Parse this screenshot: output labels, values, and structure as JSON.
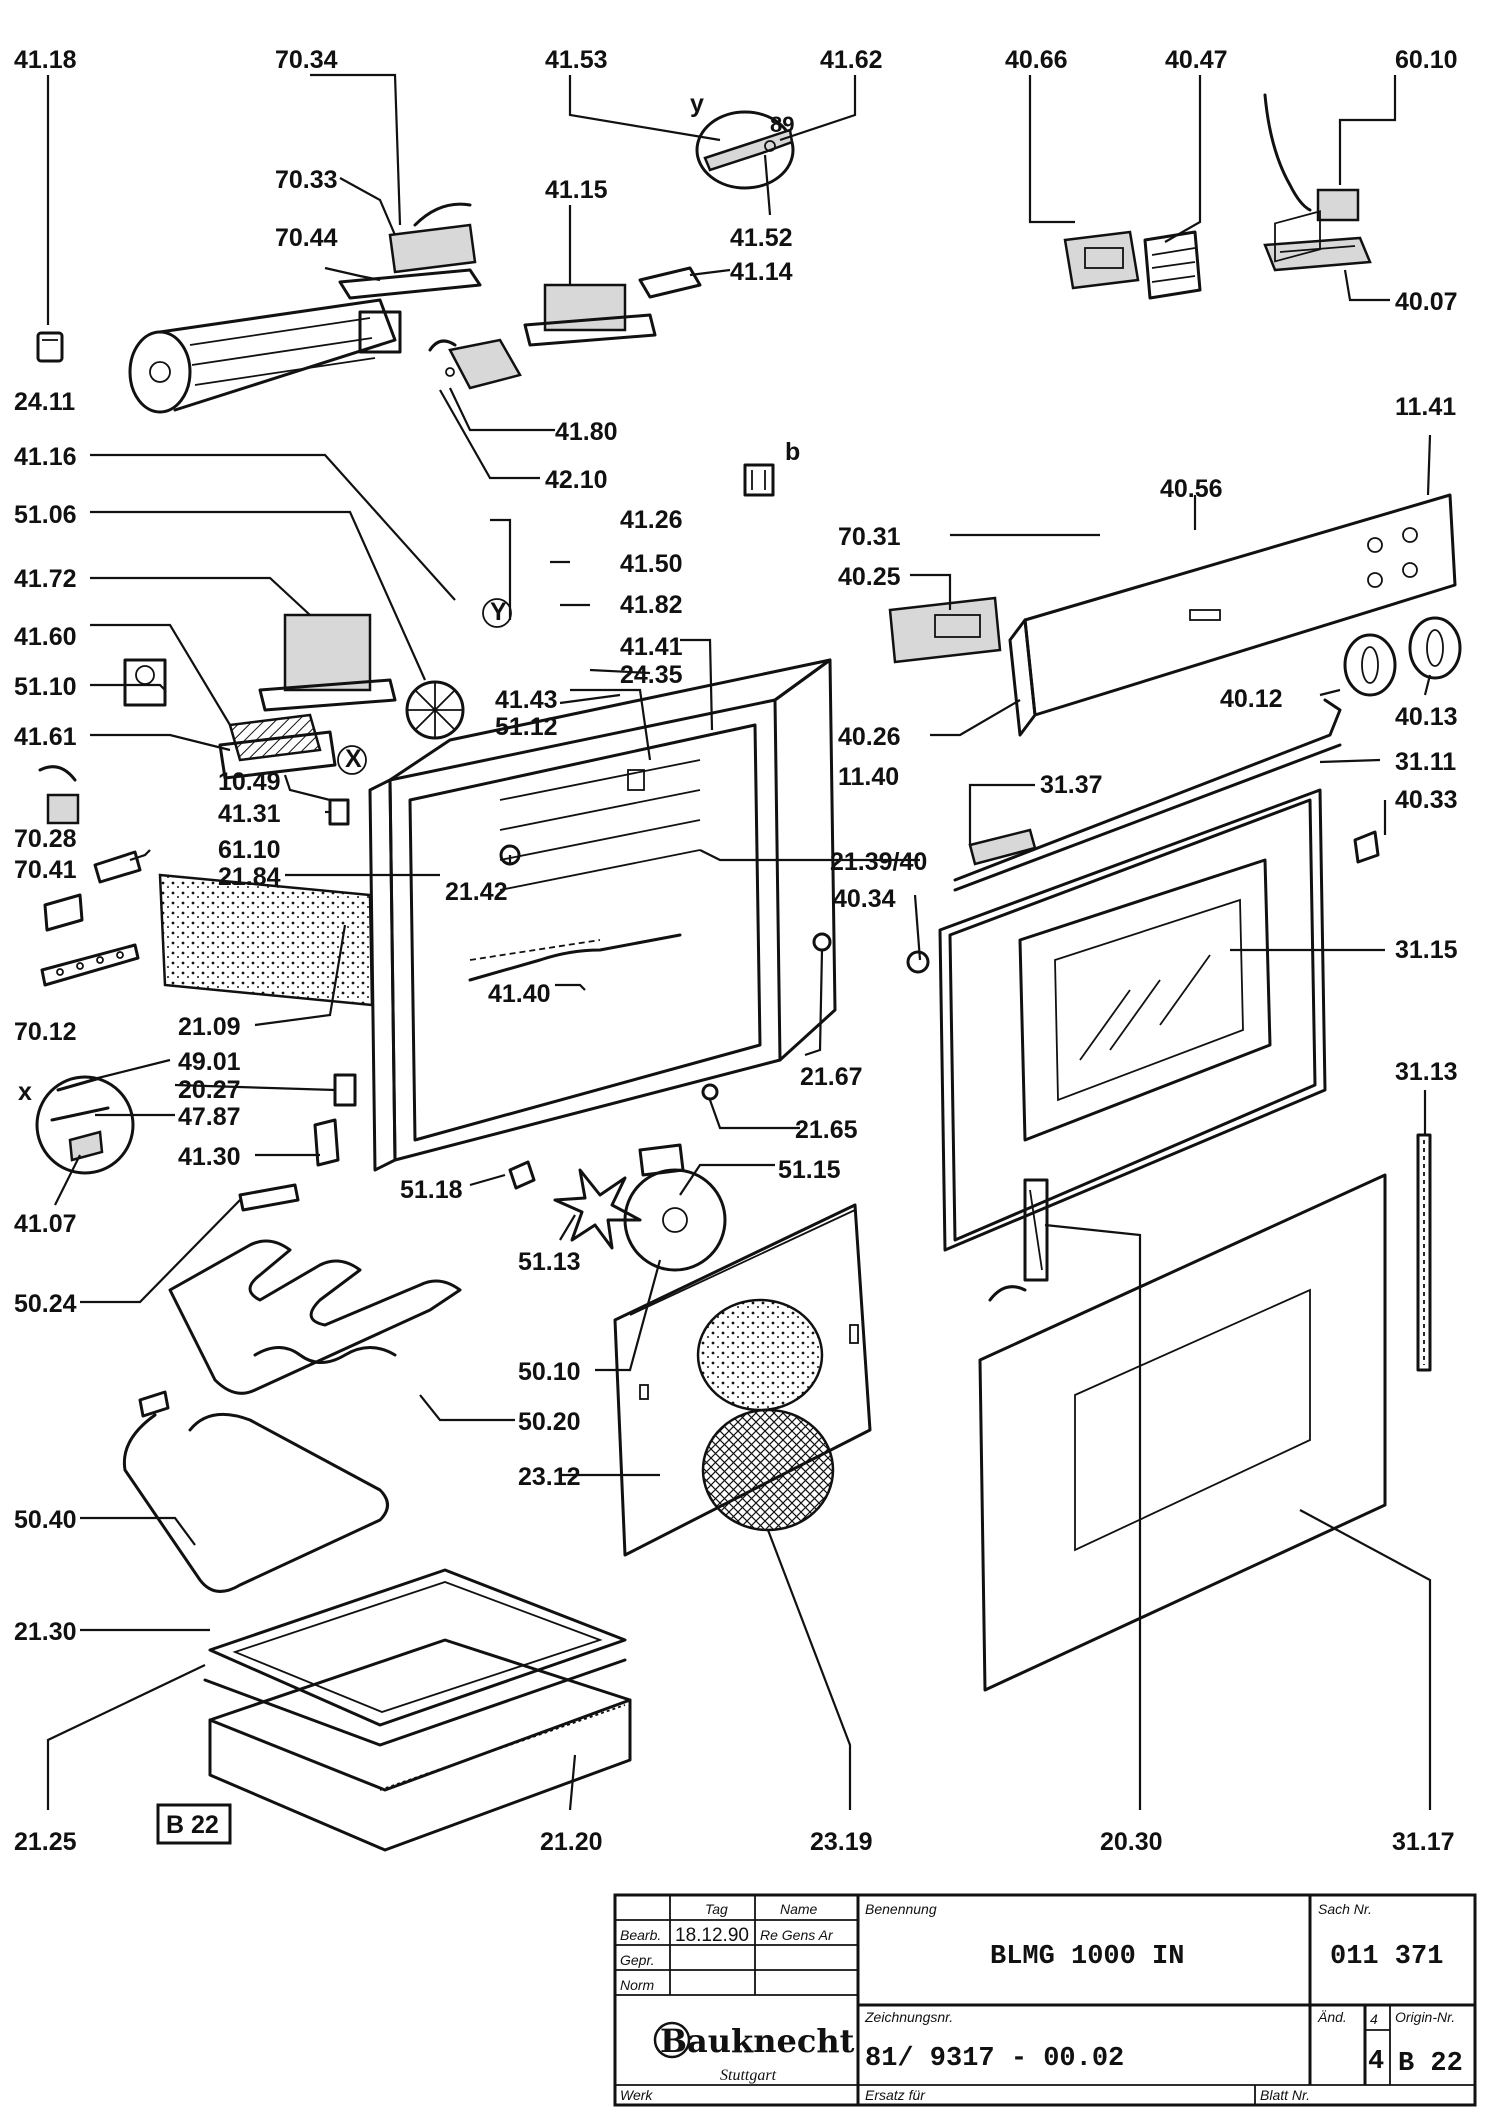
{
  "drawing": {
    "panel_code": "B 22",
    "markers": {
      "x": "x",
      "y": "y",
      "y_circled": "Y",
      "x_circled": "X"
    },
    "part_labels": {
      "p41_18": "41.18",
      "p70_34": "70.34",
      "p41_53": "41.53",
      "p41_62": "41.62",
      "p40_66": "40.66",
      "p40_47": "40.47",
      "p60_10": "60.10",
      "p70_33": "70.33",
      "p41_15": "41.15",
      "p70_44": "70.44",
      "p41_52": "41.52",
      "p41_14": "41.14",
      "p40_07": "40.07",
      "p24_11": "24.11",
      "p41_80": "41.80",
      "p42_10": "42.10",
      "p11_41": "11.41",
      "p41_16": "41.16",
      "p41_26": "41.26",
      "p40_56": "40.56",
      "p51_06": "51.06",
      "p41_50": "41.50",
      "p70_31": "70.31",
      "p41_72": "41.72",
      "p41_82": "41.82",
      "p40_25": "40.25",
      "p41_41": "41.41",
      "p41_60": "41.60",
      "p24_35": "24.35",
      "p51_10": "51.10",
      "p41_43": "41.43",
      "p40_12": "40.12",
      "p40_13": "40.13",
      "p41_61": "41.61",
      "p51_12": "51.12",
      "p40_26": "40.26",
      "p10_49": "10.49",
      "p11_40": "11.40",
      "p31_11": "31.11",
      "p31_37": "31.37",
      "p41_31": "41.31",
      "p70_28": "70.28",
      "p40_33": "40.33",
      "p61_10": "61.10",
      "p70_41": "70.41",
      "p21_39_40": "21.39/40",
      "p21_84": "21.84",
      "p21_42": "21.42",
      "p40_34": "40.34",
      "p31_15": "31.15",
      "p41_40": "41.40",
      "p70_12": "70.12",
      "p21_09": "21.09",
      "p49_01": "49.01",
      "p21_67": "21.67",
      "p31_13": "31.13",
      "p20_27": "20.27",
      "p47_87": "47.87",
      "p21_65": "21.65",
      "p41_30": "41.30",
      "p51_15": "51.15",
      "p51_18": "51.18",
      "p41_07": "41.07",
      "p51_13": "51.13",
      "p50_24": "50.24",
      "p50_10": "50.10",
      "p50_20": "50.20",
      "p23_12": "23.12",
      "p50_40": "50.40",
      "p21_30": "21.30",
      "p21_25": "21.25",
      "p21_20": "21.20",
      "p23_19": "23.19",
      "p20_30": "20.30",
      "p31_17": "31.17"
    }
  },
  "title_block": {
    "col_tag": "Tag",
    "col_name": "Name",
    "row_bearb": "Bearb.",
    "row_gepr": "Gepr.",
    "row_norm": "Norm",
    "bearb_date": "18.12.90",
    "bearb_name": "Re Gens Ar",
    "benennung_label": "Benennung",
    "benennung_value": "BLMG  1000  IN",
    "sach_label": "Sach Nr.",
    "sach_value": "011 371",
    "zeichnung_label": "Zeichnungsnr.",
    "zeichnung_value": "81/ 9317 -  00.02",
    "aend_label": "Änd.",
    "aend_value": "4",
    "blatt_count": "4",
    "origin_label": "Origin-Nr.",
    "origin_value": "B 22",
    "brand": "Bauknecht",
    "city": "Stuttgart",
    "werk_label": "Werk",
    "ersatz_label": "Ersatz für",
    "blatt_label": "Blatt Nr."
  }
}
